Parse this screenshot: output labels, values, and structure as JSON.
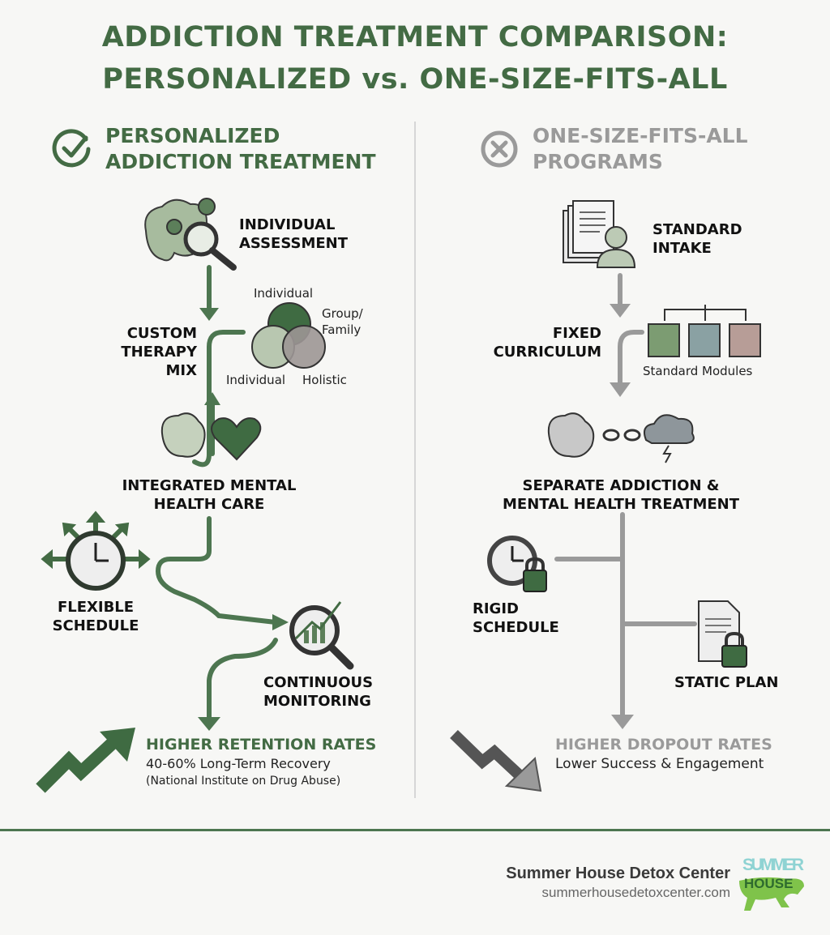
{
  "title": {
    "line1": "ADDICTION TREATMENT COMPARISON:",
    "line2": "PERSONALIZED vs. ONE-SIZE-FITS-ALL"
  },
  "colors": {
    "accent_green": "#436b44",
    "muted_grey": "#9a9a9a",
    "background": "#f7f7f5"
  },
  "left": {
    "icon": "check-circle-icon",
    "header": {
      "line1": "PERSONALIZED",
      "line2": "ADDICTION TREATMENT"
    },
    "steps": {
      "assessment": {
        "line1": "INDIVIDUAL",
        "line2": "ASSESSMENT",
        "icon": "brain-gears-magnifier-icon"
      },
      "therapy": {
        "line1": "CUSTOM",
        "line2": "THERAPY MIX",
        "icon": "venn-diagram-icon",
        "venn_labels": {
          "top": "Individual",
          "right1": "Group/",
          "right2": "Family",
          "bottom_left": "Individual",
          "bottom_right": "Holistic"
        }
      },
      "mental": {
        "line1": "INTEGRATED MENTAL",
        "line2": "HEALTH CARE",
        "icon": "brain-heart-icon"
      },
      "schedule": {
        "line1": "FLEXIBLE",
        "line2": "SCHEDULE",
        "icon": "clock-arrows-icon"
      },
      "monitoring": {
        "line1": "CONTINUOUS",
        "line2": "MONITORING",
        "icon": "chart-magnifier-icon"
      }
    },
    "outcome": {
      "title": "HIGHER RETENTION RATES",
      "detail": "40-60% Long-Term Recovery",
      "source": "(National Institute on Drug Abuse)",
      "icon": "trend-up-arrow-icon"
    }
  },
  "right": {
    "icon": "x-circle-icon",
    "header": {
      "line1": "ONE-SIZE-FITS-ALL",
      "line2": "PROGRAMS"
    },
    "steps": {
      "intake": {
        "line1": "STANDARD",
        "line2": "INTAKE",
        "icon": "documents-person-icon"
      },
      "curriculum": {
        "line1": "FIXED",
        "line2": "CURRICULUM",
        "modules_label": "Standard Modules",
        "icon": "modules-boxes-icon"
      },
      "separate": {
        "line1": "SEPARATE ADDICTION &",
        "line2": "MENTAL HEALTH TREATMENT",
        "icon": "brain-broken-chain-cloud-icon"
      },
      "schedule": {
        "line1": "RIGID",
        "line2": "SCHEDULE",
        "icon": "clock-lock-icon"
      },
      "plan": {
        "line1": "STATIC PLAN",
        "icon": "document-lock-icon"
      }
    },
    "outcome": {
      "title": "HIGHER DROPOUT RATES",
      "detail": "Lower Success & Engagement",
      "icon": "trend-down-arrow-icon"
    }
  },
  "footer": {
    "name": "Summer House Detox Center",
    "url": "summerhousedetoxcenter.com",
    "logo_text": {
      "line1": "SUMMER",
      "line2": "HOUSE"
    }
  }
}
